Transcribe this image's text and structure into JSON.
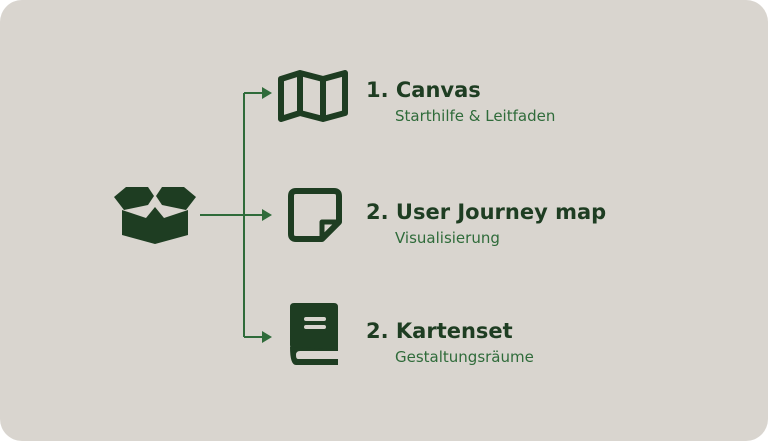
{
  "colors": {
    "background": "#d9d5cf",
    "icon": "#1e3d22",
    "connector": "#2f6b3a",
    "subtitle": "#2f6b3a"
  },
  "source": {
    "icon": "open-box-icon"
  },
  "items": [
    {
      "title": "1. Canvas",
      "subtitle": "Starthilfe & Leitfaden",
      "icon": "map-icon"
    },
    {
      "title": "2. User Journey map",
      "subtitle": "Visualisierung",
      "icon": "sticky-note-icon"
    },
    {
      "title": "2. Kartenset",
      "subtitle": "Gestaltungsräume",
      "icon": "book-icon"
    }
  ]
}
